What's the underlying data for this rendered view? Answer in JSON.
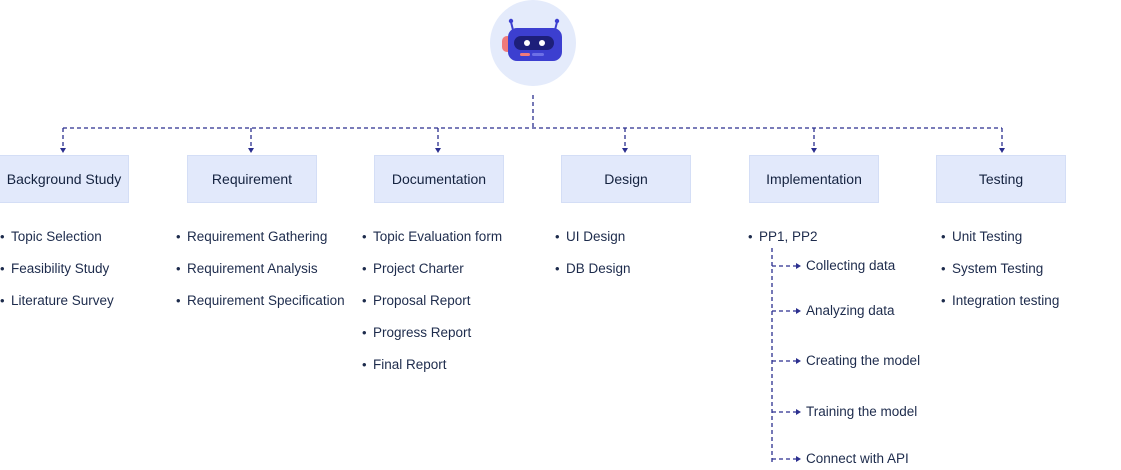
{
  "colors": {
    "connector": "#2b2f8f",
    "box_fill": "#e2e9fb",
    "circle_fill": "#e4ebfb",
    "robot_body": "#3c3fd0",
    "robot_accent": "#f07a7a"
  },
  "root": {
    "icon": "robot-icon"
  },
  "phases": [
    {
      "title": "Background Study",
      "items": [
        "Topic Selection",
        "Feasibility Study",
        "Literature Survey"
      ]
    },
    {
      "title": "Requirement",
      "items": [
        "Requirement Gathering",
        "Requirement Analysis",
        "Requirement Specification"
      ]
    },
    {
      "title": "Documentation",
      "items": [
        "Topic Evaluation form",
        "Project Charter",
        "Proposal Report",
        "Progress Report",
        "Final Report"
      ]
    },
    {
      "title": "Design",
      "items": [
        "UI Design",
        "DB Design"
      ]
    },
    {
      "title": "Implementation",
      "items": [
        "PP1, PP2"
      ],
      "subitems": [
        "Collecting data",
        "Analyzing data",
        "Creating the model",
        "Training the model",
        "Connect with API"
      ]
    },
    {
      "title": "Testing",
      "items": [
        "Unit Testing",
        "System Testing",
        "Integration testing"
      ]
    }
  ]
}
